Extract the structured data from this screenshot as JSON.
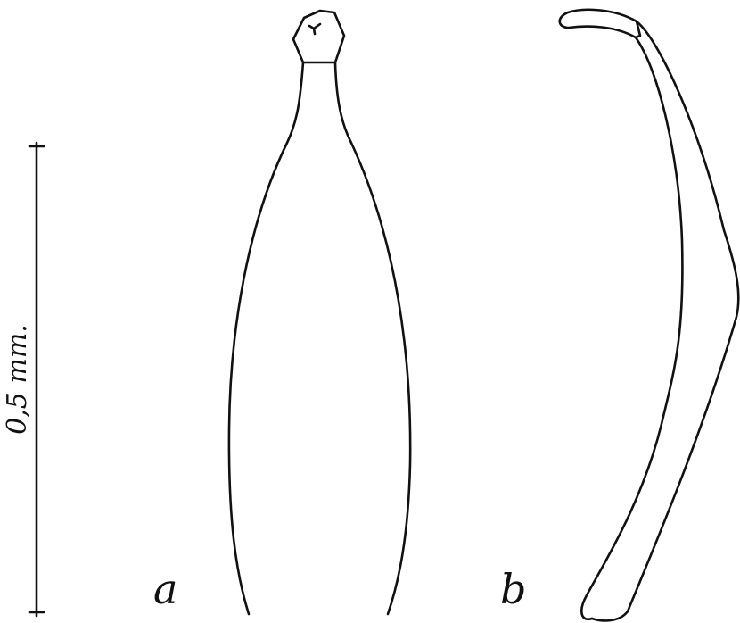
{
  "figure": {
    "scale_bar": {
      "label": "0,5 mm."
    },
    "panels": [
      {
        "label": "a"
      },
      {
        "label": "b"
      }
    ]
  }
}
